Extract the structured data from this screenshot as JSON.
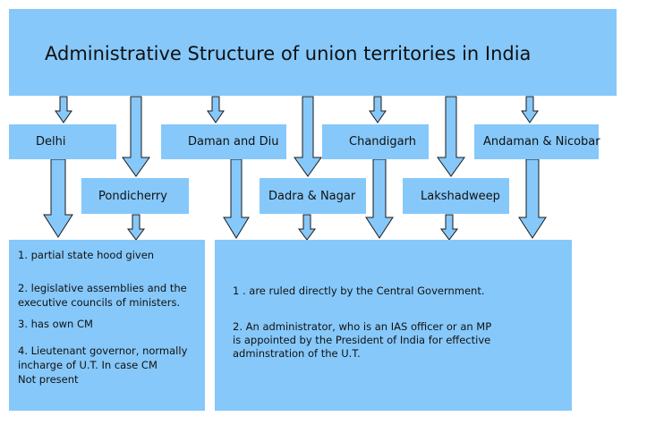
{
  "title": "Administrative Structure of union territories in India",
  "territories": {
    "delhi": "Delhi",
    "daman_diu": "Daman and Diu",
    "chandigarh": "Chandigarh",
    "andaman": "Andaman & Nicobar",
    "pondicherry": "Pondicherry",
    "dadra": "Dadra & Nagar",
    "lakshadweep": "Lakshadweep"
  },
  "left_panel": {
    "p1": "1. partial state hood given",
    "p2a": "2. legislative assemblies and the",
    "p2b": "executive councils of ministers.",
    "p3": "3. has own CM",
    "p4a": "4. Lieutenant governor, normally",
    "p4b": "incharge of U.T. In case CM",
    "p4c": "Not present"
  },
  "right_panel": {
    "p1": "1 . are ruled directly by the Central Government.",
    "p2a": "2. An administrator, who is an IAS officer or an MP",
    "p2b": "is appointed by the President of India for effective",
    "p2c": "adminstration of the U.T."
  },
  "colors": {
    "fill": "#86c8fa",
    "stroke": "#1a1a1a"
  }
}
